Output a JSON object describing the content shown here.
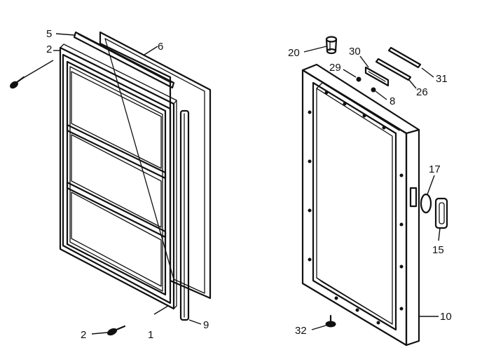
{
  "callouts": {
    "c5": "5",
    "c2a": "2",
    "c6": "6",
    "c2b": "2",
    "c1": "1",
    "c9": "9",
    "c20": "20",
    "c30": "30",
    "c29": "29",
    "c31": "31",
    "c26": "26",
    "c8": "8",
    "c17": "17",
    "c15": "15",
    "c10": "10",
    "c32": "32"
  }
}
